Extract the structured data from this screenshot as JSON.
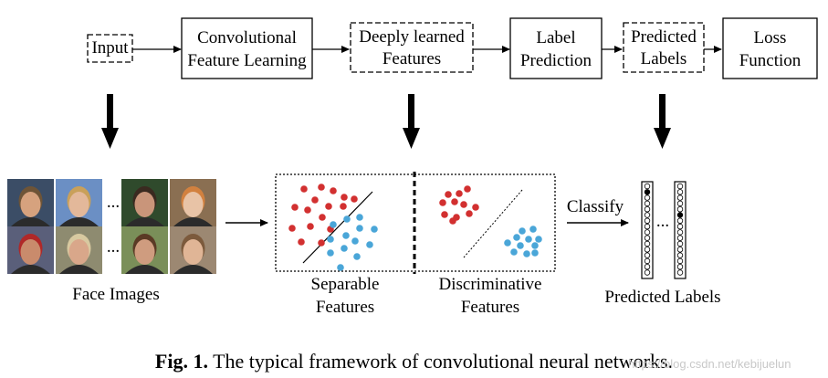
{
  "pipeline": [
    {
      "lines": [
        "Input"
      ],
      "dashed": true
    },
    {
      "lines": [
        "Convolutional",
        "Feature Learning"
      ],
      "dashed": false
    },
    {
      "lines": [
        "Deeply learned",
        "Features"
      ],
      "dashed": true
    },
    {
      "lines": [
        "Label",
        "Prediction"
      ],
      "dashed": false
    },
    {
      "lines": [
        "Predicted",
        "Labels"
      ],
      "dashed": true
    },
    {
      "lines": [
        "Loss",
        "Function"
      ],
      "dashed": false
    }
  ],
  "face_images": {
    "label": "Face Images",
    "ellipsis": "...",
    "photos": [
      {
        "name": "face-photo-1",
        "bg": "#3b4d66",
        "skin": "#d6a27e",
        "hair": "#6e5437"
      },
      {
        "name": "face-photo-2",
        "bg": "#6b8fc4",
        "skin": "#e3b89a",
        "hair": "#c9a05a"
      },
      {
        "name": "face-photo-3",
        "bg": "#2f4a2c",
        "skin": "#c9957a",
        "hair": "#3a2a20"
      },
      {
        "name": "face-photo-4",
        "bg": "#8a6f52",
        "skin": "#e8c3a6",
        "hair": "#d2813f"
      },
      {
        "name": "face-photo-5",
        "bg": "#5a5f7a",
        "skin": "#c98b6c",
        "hair": "#b02828"
      },
      {
        "name": "face-photo-6",
        "bg": "#8e8b70",
        "skin": "#d9a78a",
        "hair": "#d8c9a0"
      },
      {
        "name": "face-photo-7",
        "bg": "#7a8f59",
        "skin": "#cf9c7f",
        "hair": "#5a3a25"
      },
      {
        "name": "face-photo-8",
        "bg": "#9c8872",
        "skin": "#e0b596",
        "hair": "#7c5a3c"
      }
    ]
  },
  "feature_panel": {
    "separable_label": [
      "Separable",
      "Features"
    ],
    "discriminative_label": [
      "Discriminative",
      "Features"
    ],
    "red_color": "#d23030",
    "blue_color": "#4aa6d8",
    "separable_red": [
      [
        333,
        207
      ],
      [
        352,
        205
      ],
      [
        365,
        209
      ],
      [
        377,
        216
      ],
      [
        388,
        218
      ],
      [
        345,
        219
      ],
      [
        323,
        227
      ],
      [
        337,
        230
      ],
      [
        360,
        226
      ],
      [
        376,
        226
      ],
      [
        353,
        238
      ],
      [
        340,
        248
      ],
      [
        362,
        251
      ],
      [
        320,
        250
      ],
      [
        330,
        265
      ],
      [
        352,
        266
      ]
    ],
    "separable_blue": [
      [
        380,
        240
      ],
      [
        394,
        238
      ],
      [
        365,
        246
      ],
      [
        394,
        250
      ],
      [
        410,
        251
      ],
      [
        379,
        258
      ],
      [
        362,
        262
      ],
      [
        389,
        264
      ],
      [
        377,
        272
      ],
      [
        405,
        268
      ],
      [
        362,
        277
      ],
      [
        391,
        281
      ],
      [
        373,
        293
      ]
    ],
    "discriminative_red": [
      [
        491,
        213
      ],
      [
        503,
        212
      ],
      [
        512,
        207
      ],
      [
        498,
        221
      ],
      [
        485,
        222
      ],
      [
        508,
        224
      ],
      [
        521,
        227
      ],
      [
        487,
        235
      ],
      [
        500,
        238
      ],
      [
        514,
        234
      ],
      [
        496,
        242
      ]
    ],
    "discriminative_blue": [
      [
        572,
        253
      ],
      [
        584,
        251
      ],
      [
        566,
        260
      ],
      [
        579,
        262
      ],
      [
        590,
        262
      ],
      [
        556,
        266
      ],
      [
        570,
        269
      ],
      [
        586,
        269
      ],
      [
        563,
        276
      ],
      [
        577,
        278
      ],
      [
        586,
        277
      ]
    ]
  },
  "classify": {
    "label": "Classify",
    "output_label": "Predicted Labels",
    "ellipsis": "...",
    "column_count": 16,
    "active_index_left": 1,
    "active_index_right": 5
  },
  "caption": {
    "prefix": "Fig. 1.",
    "text": "The typical framework of convolutional neural networks."
  },
  "watermark": "https://blog.csdn.net/kebijuelun"
}
